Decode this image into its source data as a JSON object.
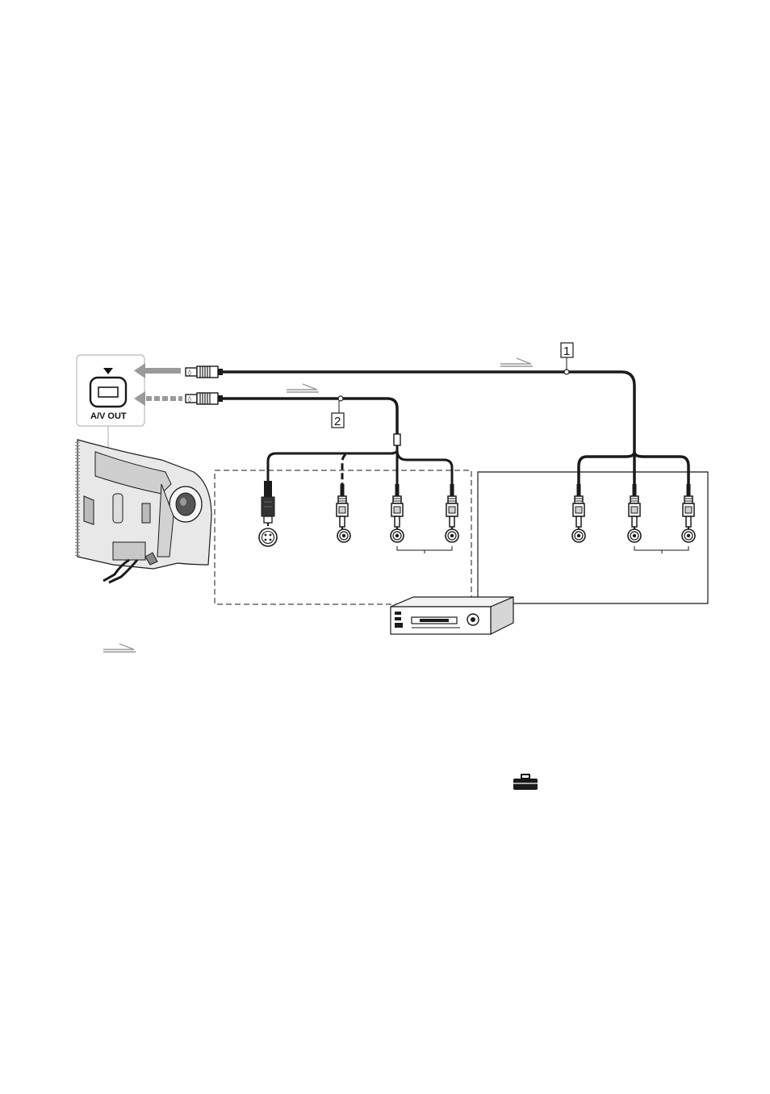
{
  "camcorder_jack": {
    "label": "A/V OUT",
    "marker": "down-triangle-icon"
  },
  "cables": [
    {
      "number": "1"
    },
    {
      "number": "2"
    }
  ],
  "icons": [
    "signal-flow-arrow-icon",
    "s-video-plug-icon",
    "rca-plug-icon",
    "s-video-jack-icon",
    "rca-jack-icon",
    "toolbox-icon",
    "vcr-icon",
    "camcorder-icon"
  ],
  "colors": {
    "cable": "#1a1a1a",
    "insert_arrow": "#9a9a9a",
    "frame": "#bbbbbb"
  }
}
